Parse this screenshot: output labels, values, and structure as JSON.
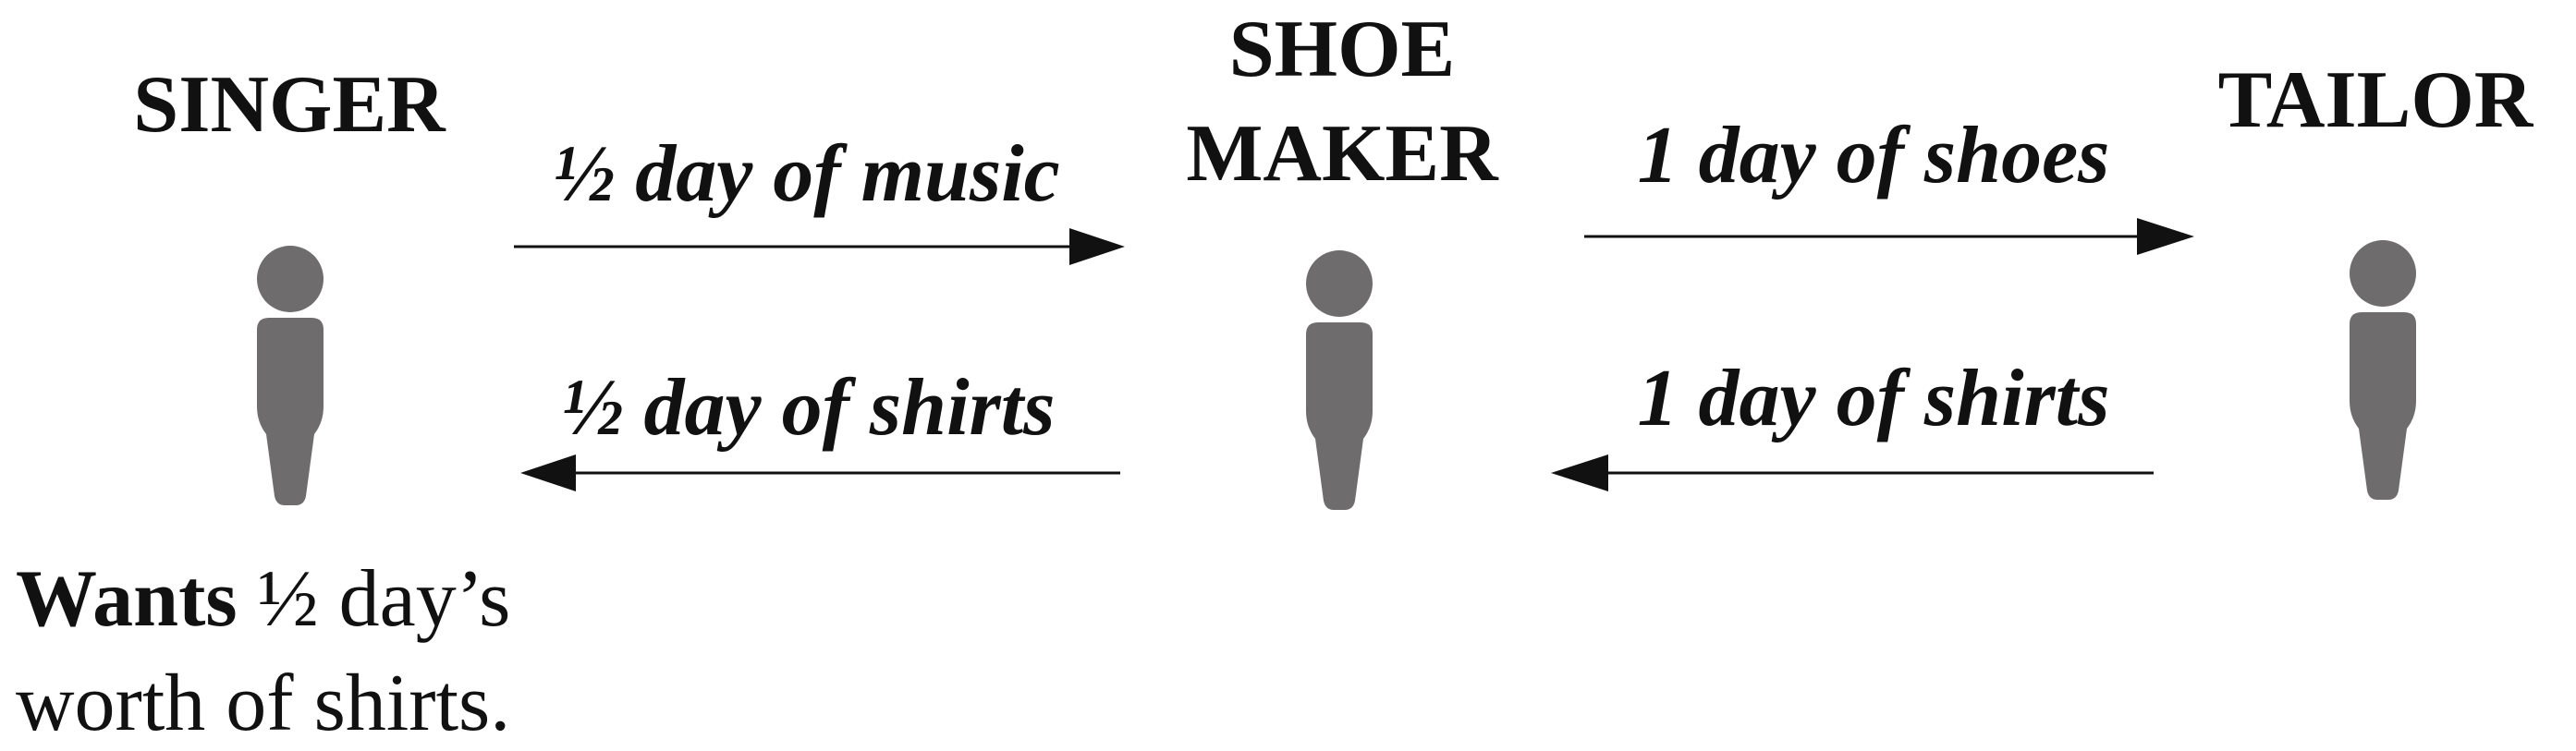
{
  "actors": {
    "singer": {
      "label": "SINGER"
    },
    "shoemaker": {
      "label_line1": "SHOE",
      "label_line2": "MAKER"
    },
    "tailor": {
      "label": "TAILOR"
    }
  },
  "flows": {
    "singer_to_shoemaker": {
      "label": "½ day of music"
    },
    "shoemaker_to_singer": {
      "label": "½ day of shirts"
    },
    "shoemaker_to_tailor": {
      "label": "1 day of shoes"
    },
    "tailor_to_shoemaker": {
      "label": "1 day of shirts"
    }
  },
  "note": {
    "strong": "Wants",
    "line1_rest": " ½ day’s",
    "line2": "worth of shirts."
  },
  "colors": {
    "person": "#6f6c6d",
    "text": "#111111"
  }
}
